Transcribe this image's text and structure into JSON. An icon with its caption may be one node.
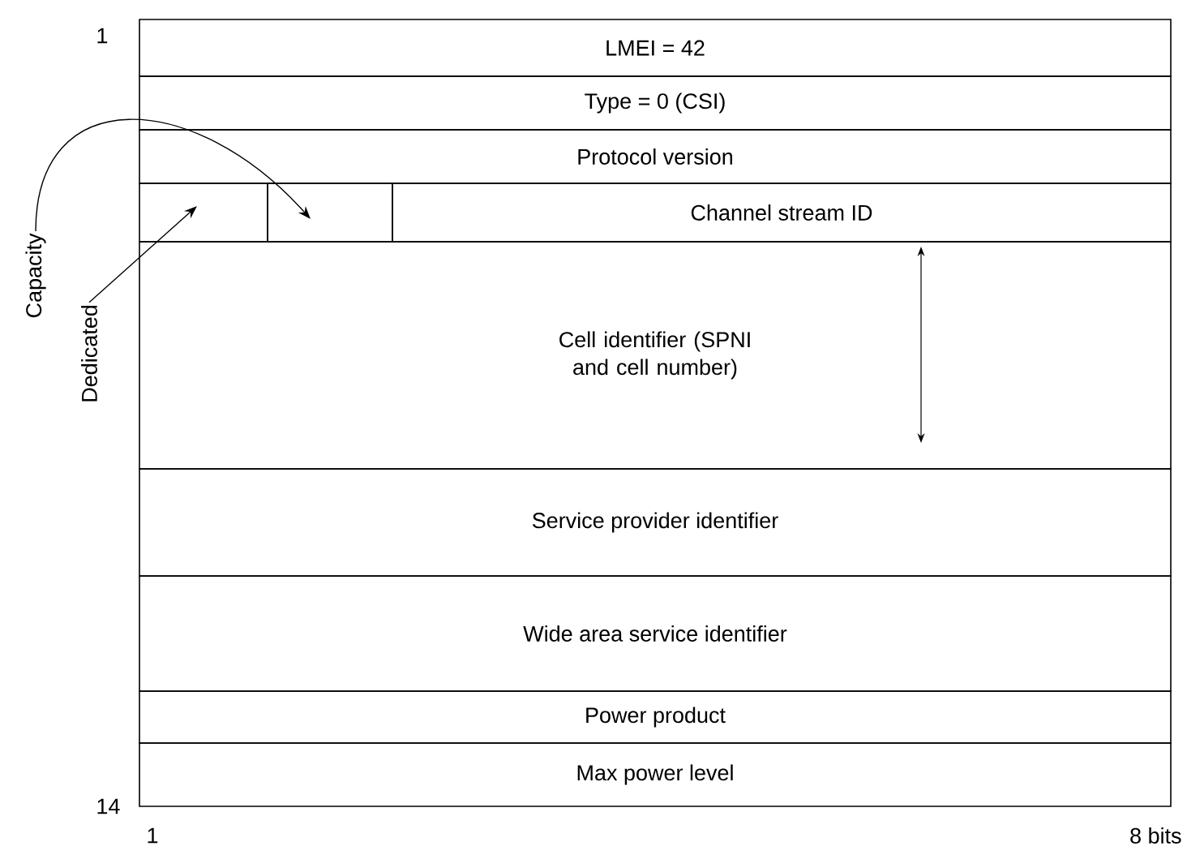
{
  "diagram": {
    "nodes": [
      {
        "text": [
          "LMEI = 42"
        ]
      },
      {
        "text": [
          "Type = 0 (CSI)"
        ]
      },
      {
        "text": [
          "Protocol version"
        ]
      },
      {
        "text": [],
        "shape": "box"
      },
      {
        "text": [],
        "shape": "box"
      },
      {
        "text": [
          "Channel stream ID"
        ]
      },
      {
        "text": [
          "Cell identifier (SPNI and cell number)"
        ]
      },
      {
        "text": [
          "Service provider identifier"
        ]
      },
      {
        "text": [
          "Wide area service identifier"
        ]
      },
      {
        "text": [
          "Power product"
        ]
      },
      {
        "text": [
          "Max power level"
        ]
      },
      {
        "text": [
          "Capacity"
        ]
      },
      {
        "text": [
          "Dedicated"
        ]
      }
    ],
    "edges": [
      {
        "from": 11,
        "to": 4,
        "arrow": "to"
      },
      {
        "from": 12,
        "to": 3,
        "arrow": "to"
      }
    ],
    "labels": [
      "1",
      "14",
      "1",
      "8 bits"
    ]
  }
}
